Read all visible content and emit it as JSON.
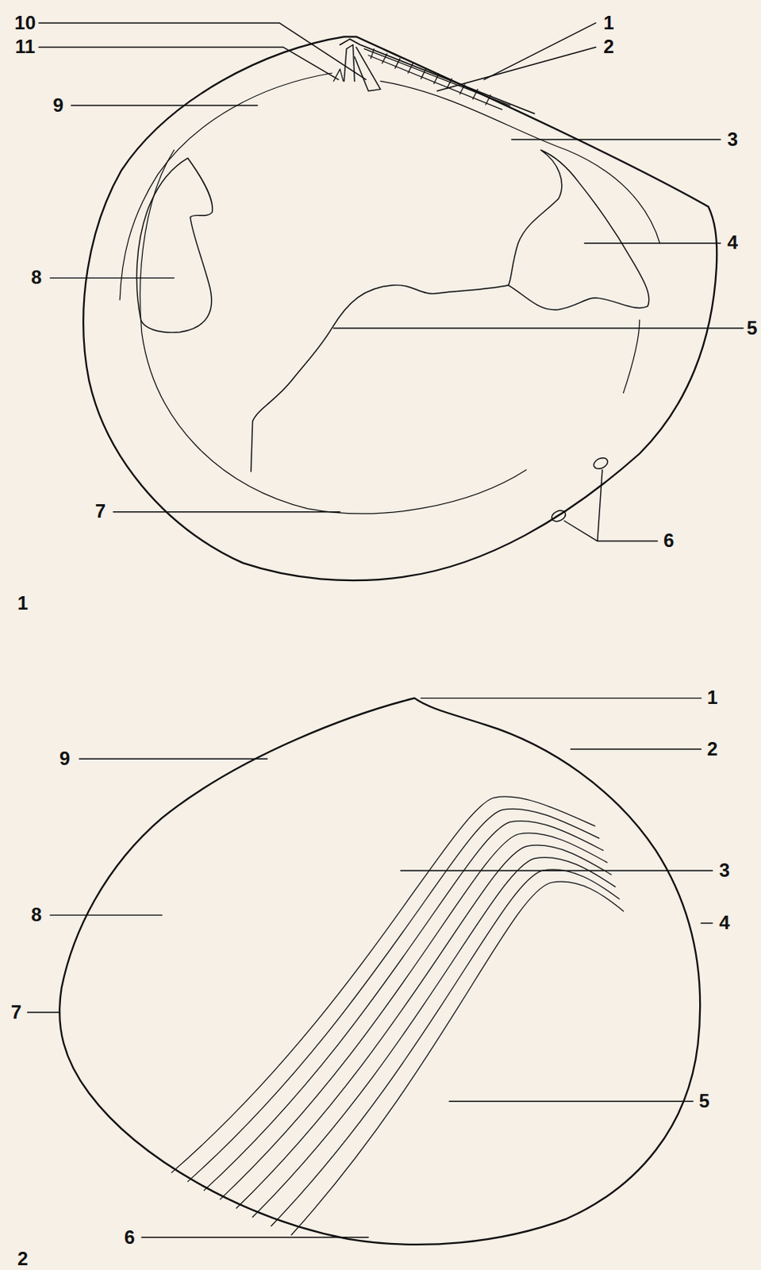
{
  "diagram": {
    "labels": [
      "10",
      "1",
      "11",
      "2",
      "9",
      "3",
      "8",
      "4",
      "5",
      "7",
      "6",
      "1",
      "1",
      "9",
      "2",
      "3",
      "8",
      "4",
      "7",
      "5",
      "6",
      "2"
    ]
  }
}
